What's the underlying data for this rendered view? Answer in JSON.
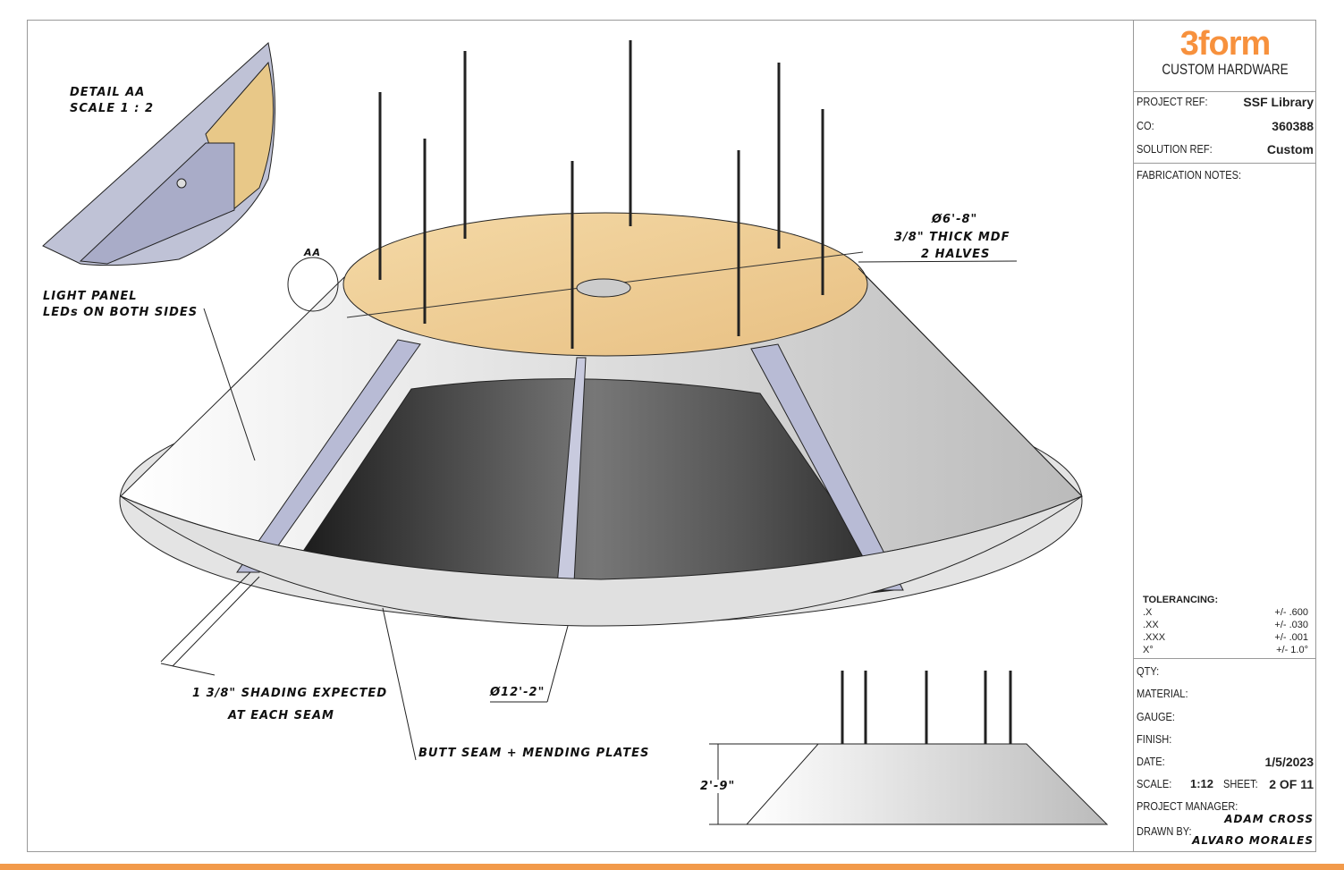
{
  "title_block": {
    "brand": "3form",
    "brand_sub": "CUSTOM HARDWARE",
    "brand_color": "#f7913d",
    "project_ref_label": "PROJECT REF:",
    "project_ref": "SSF Library",
    "co_label": "CO:",
    "co": "360388",
    "solution_ref_label": "SOLUTION REF:",
    "solution_ref": "Custom",
    "fab_notes_label": "FABRICATION NOTES:",
    "tolerancing": {
      "title": "TOLERANCING:",
      "rows": [
        {
          "k": ".X",
          "v": "+/- .600"
        },
        {
          "k": ".XX",
          "v": "+/- .030"
        },
        {
          "k": ".XXX",
          "v": "+/- .001"
        },
        {
          "k": "X°",
          "v": "+/- 1.0°"
        }
      ]
    },
    "qty_label": "QTY:",
    "material_label": "MATERIAL:",
    "gauge_label": "GAUGE:",
    "finish_label": "FINISH:",
    "date_label": "DATE:",
    "date": "1/5/2023",
    "scale_label": "SCALE:",
    "scale": "1:12",
    "sheet_label": "SHEET:",
    "sheet": "2 OF 11",
    "pm_label": "PROJECT MANAGER:",
    "pm": "ADAM CROSS",
    "drawn_label": "DRAWN BY:",
    "drawn": "ALVARO MORALES"
  },
  "annotations": {
    "detail_title": "DETAIL AA",
    "detail_scale": "SCALE 1 : 2",
    "detail_marker": "AA",
    "light_panel_1": "LIGHT PANEL",
    "light_panel_2": "LEDs ON BOTH SIDES",
    "mdf_1": "Ø6'-8\"",
    "mdf_2": "3/8\" THICK MDF",
    "mdf_3": "2 HALVES",
    "shading_1": "1 3/8\" SHADING EXPECTED",
    "shading_2": "AT EACH SEAM",
    "diameter": "Ø12'-2\"",
    "butt_seam": "BUTT SEAM + MENDING PLATES",
    "height": "2'-9\""
  }
}
